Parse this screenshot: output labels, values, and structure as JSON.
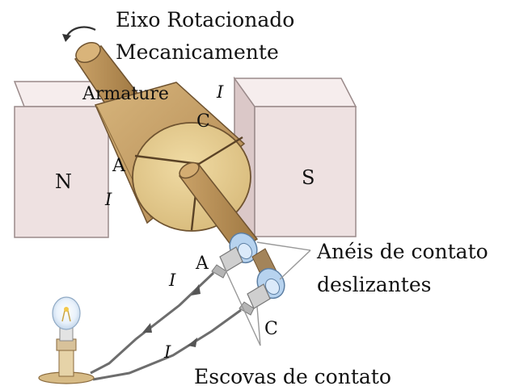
{
  "labels": {
    "shaft_line1": "Eixo Rotacionado",
    "shaft_line2": "Mecanicamente",
    "armature": "Armature",
    "north": "N",
    "south": "S",
    "ring_line1": "Anéis de contato",
    "ring_line2": "deslizantes",
    "brushes": "Escovas de contato",
    "seg_a": "A",
    "seg_c": "C",
    "brush_a": "A",
    "brush_c": "C",
    "current": "I"
  },
  "colors": {
    "magnet_face": "#efe3e3",
    "magnet_top": "#f7eeee",
    "magnet_side": "#dccaca",
    "armature_body": "#c9a56c",
    "armature_face": "#e3c98c",
    "shaft": "#b88f57",
    "slip_ring": "#a9c8e8",
    "brush": "#c8c8c8",
    "wire": "#6d6d6d"
  }
}
